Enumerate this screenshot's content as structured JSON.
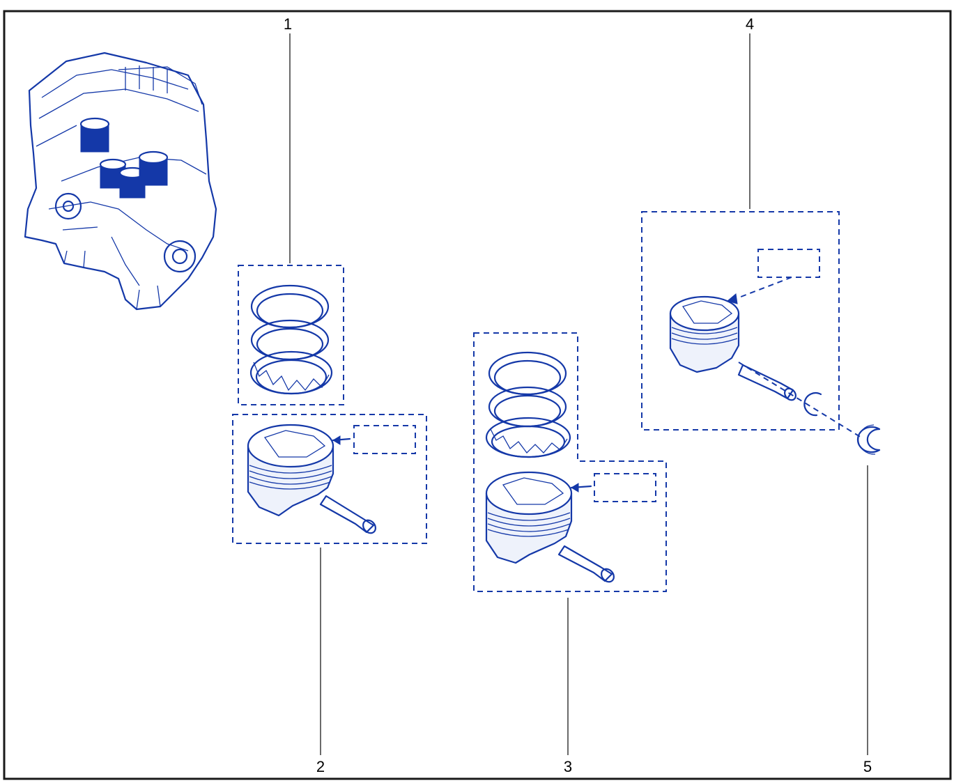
{
  "diagram": {
    "callouts": [
      {
        "id": "1",
        "label": "1"
      },
      {
        "id": "2",
        "label": "2"
      },
      {
        "id": "3",
        "label": "3"
      },
      {
        "id": "4",
        "label": "4"
      },
      {
        "id": "5",
        "label": "5"
      }
    ],
    "colors": {
      "line_art": "#1438a8",
      "frame": "#1a1a1a",
      "background": "#ffffff"
    }
  }
}
